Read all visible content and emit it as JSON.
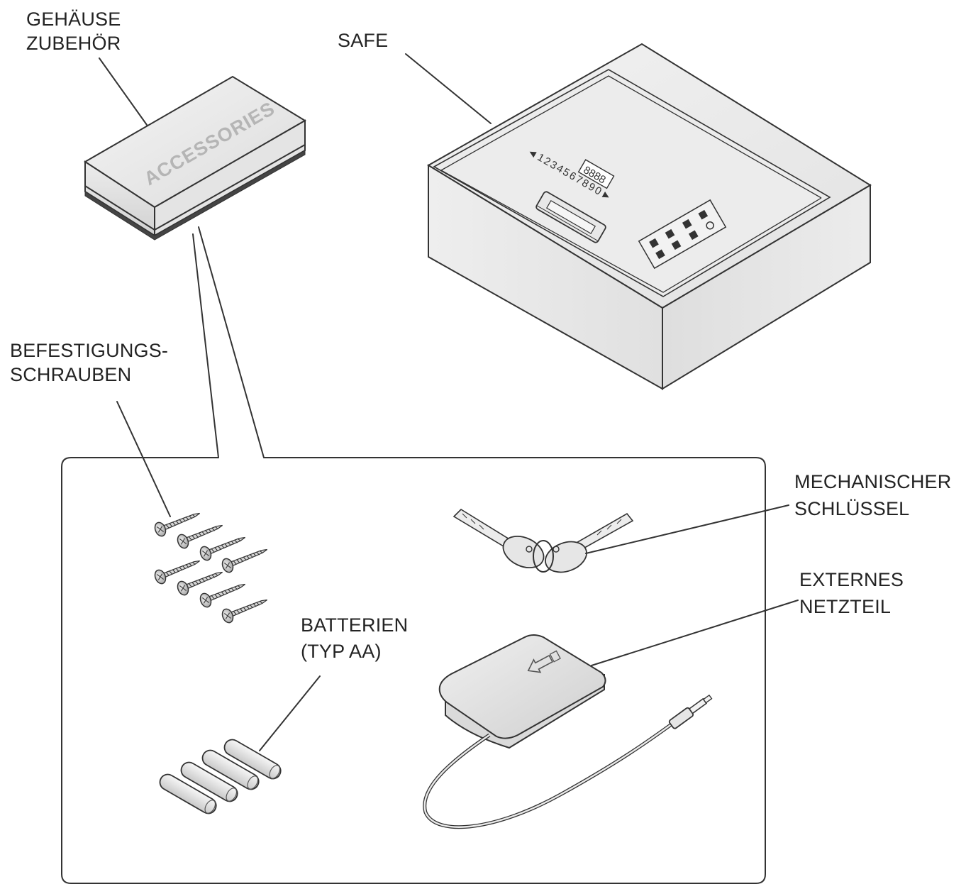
{
  "labels": {
    "gehaeuse": [
      "GEHÄUSE",
      "ZUBEHÖR"
    ],
    "safe": "SAFE",
    "screws": [
      "BEFESTIGUNGS-",
      "SCHRAUBEN"
    ],
    "keys": [
      "MECHANISCHER",
      "SCHLÜSSEL"
    ],
    "psu": [
      "EXTERNES",
      "NETZTEIL"
    ],
    "batteries": [
      "BATTERIEN",
      "(TYP AA)"
    ]
  },
  "accessory_box": {
    "print": "ACCESSORIES"
  },
  "safe_panel": {
    "keypad": "◄1234567890►",
    "display": "8888"
  },
  "counts": {
    "screws": 8,
    "batteries": 4,
    "keys": 2
  }
}
